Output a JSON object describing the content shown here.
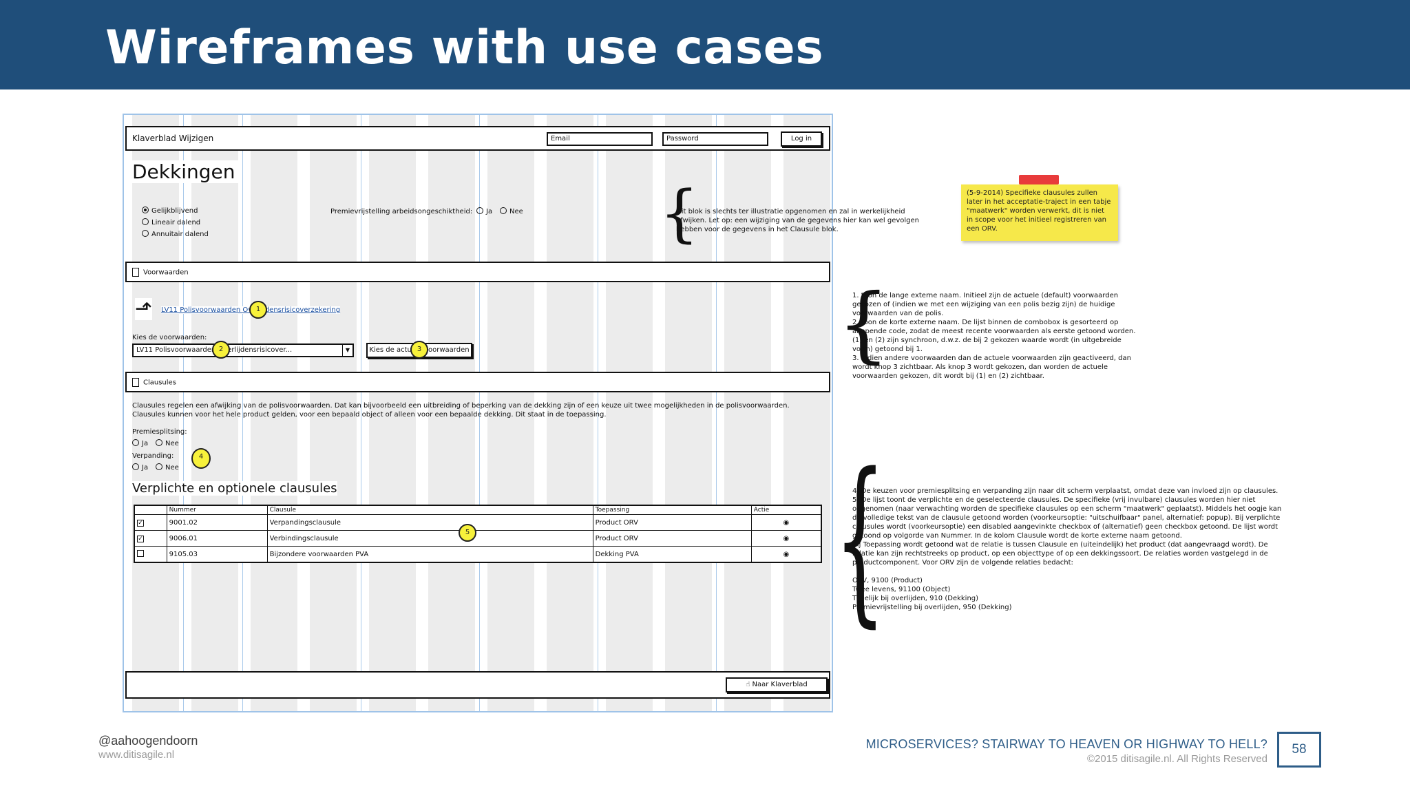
{
  "slide": {
    "title": "Wireframes with use cases",
    "page_number": "58"
  },
  "wireframe": {
    "app_title": "Klaverblad Wijzigen",
    "email_placeholder": "Email",
    "password_placeholder": "Password",
    "login_label": "Log in",
    "heading": "Dekkingen",
    "radio_options": [
      {
        "label": "Gelijkblijvend",
        "selected": true
      },
      {
        "label": "Lineair dalend",
        "selected": false
      },
      {
        "label": "Annuitair dalend",
        "selected": false
      }
    ],
    "premium_question": "Premievrijstelling arbeidsongeschiktheid:",
    "yes": "Ja",
    "no": "Nee",
    "section_voorwaarden": "Voorwaarden",
    "pdf_link": "LV11 Polisvoorwaarden Overlijdensrisicoverzekering",
    "choose_label": "Kies de voorwaarden:",
    "choose_value": "LV11 Polisvoorwaarden Overlijdensrisicover...",
    "choose_current_button": "Kies de actuele voorwaarden",
    "section_clausules": "Clausules",
    "clausules_text": "Clausules regelen een afwijking van de polisvoorwaarden. Dat kan bijvoorbeeld een uitbreiding of beperking van de dekking zijn of een keuze uit twee mogelijkheden in de polisvoorwaarden. Clausules kunnen voor het hele product gelden, voor een bepaald object of alleen voor een bepaalde dekking. Dit staat in de toepassing.",
    "premiesplitsing_label": "Premiesplitsing:",
    "verpanding_label": "Verpanding:",
    "table_title": "Verplichte en optionele clausules",
    "table_headers": [
      "Nummer",
      "Clausule",
      "Toepassing",
      "Actie"
    ],
    "table_rows": [
      {
        "checked": true,
        "nummer": "9001.02",
        "clausule": "Verpandingsclausule",
        "toepassing": "Product ORV"
      },
      {
        "checked": true,
        "nummer": "9006.01",
        "clausule": "Verbindingsclausule",
        "toepassing": "Product ORV"
      },
      {
        "checked": false,
        "nummer": "9105.03",
        "clausule": "Bijzondere voorwaarden PVA",
        "toepassing": "Dekking PVA"
      }
    ],
    "back_button": "Naar Klaverblad",
    "markers": [
      "1",
      "2",
      "3",
      "4",
      "5"
    ]
  },
  "annotations": {
    "illustration_note": "Dit blok is slechts ter illustratie opgenomen en zal in werkelijkheid afwijken. Let op: een wijziging van de gegevens hier kan wel gevolgen hebben voor de gegevens in het Clausule blok.",
    "sticky_note": "(5-9-2014) Specifieke clausules zullen later in het acceptatie-traject in een tabje \"maatwerk\" worden verwerkt, dit is niet in scope voor het initieel registreren van een ORV.",
    "note_1_3": [
      "1. toon de lange externe naam. Initieel zijn de actuele (default) voorwaarden gekozen of (indien we met een wijziging van een polis bezig zijn) de huidige voorwaarden van de polis.",
      "2. toon de korte externe naam. De lijst binnen de combobox is gesorteerd op aflopende code, zodat de meest recente voorwaarden als eerste getoond worden. (1) en (2) zijn synchroon, d.w.z. de bij 2 gekozen waarde wordt (in uitgebreide vorm) getoond bij 1.",
      "3. Indien andere voorwaarden dan de actuele voorwaarden zijn geactiveerd, dan wordt knop 3 zichtbaar. Als knop 3 wordt gekozen, dan worden de actuele voorwaarden gekozen, dit wordt bij (1) en (2) zichtbaar."
    ],
    "note_4_5": [
      "4. De keuzen voor premiesplitsing en verpanding zijn naar dit scherm verplaatst, omdat deze van invloed zijn op clausules.",
      "5. De lijst toont de verplichte en de geselecteerde clausules. De specifieke (vrij invulbare) clausules worden hier niet opgenomen (naar verwachting worden de specifieke clausules op een scherm \"maatwerk\" geplaatst). Middels het oogje kan de volledige tekst van de clausule getoond worden (voorkeursoptie: \"uitschuifbaar\" panel, alternatief: popup). Bij verplichte clausules wordt (voorkeursoptie) een disabled aangevinkte checkbox of (alternatief) geen checkbox getoond. De lijst wordt getoond op volgorde van Nummer. In de kolom Clausule wordt de korte externe naam getoond.",
      "Bij Toepassing wordt getoond wat de relatie is tussen Clausule en (uiteindelijk) het product (dat aangevraagd wordt). De relatie kan zijn rechtstreeks op product, op een objecttype of op een dekkingssoort. De relaties worden vastgelegd in de productcomponent. Voor ORV zijn de volgende relaties bedacht:",
      "ORV, 9100 (Product)",
      "Twee levens, 91100 (Object)",
      "Tijdelijk bij overlijden, 910 (Dekking)",
      "Premievrijstelling bij overlijden, 950 (Dekking)"
    ]
  },
  "footer": {
    "handle": "@aahoogendoorn",
    "site": "www.ditisagile.nl",
    "talk_title": "MICROSERVICES? STAIRWAY TO HEAVEN OR HIGHWAY TO HELL?",
    "copyright": "©2015 ditisagile.nl. All Rights Reserved"
  },
  "colors": {
    "header_bg": "#1f4e7a",
    "accent": "#2e5d88",
    "sticky": "#f6e84a",
    "marker": "#f7f13b"
  }
}
